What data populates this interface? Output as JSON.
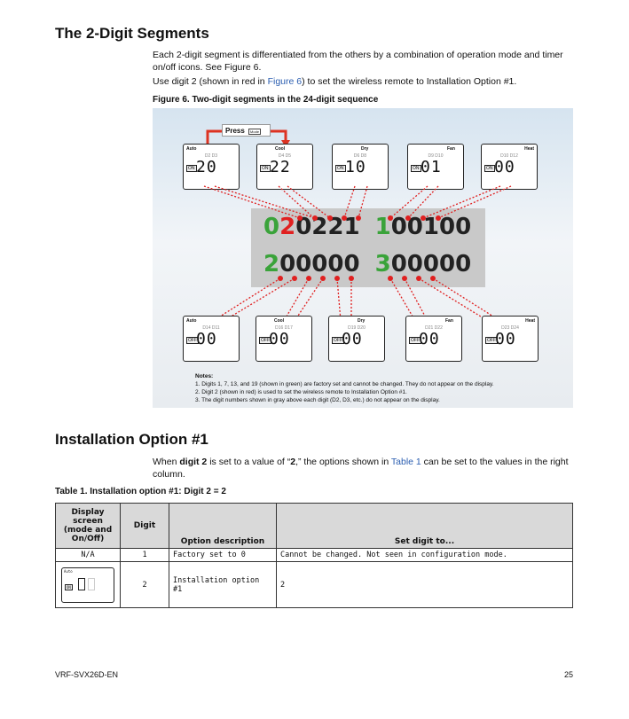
{
  "section1": {
    "title": "The 2-Digit Segments",
    "para1": "Each 2-digit segment is differentiated from the others by a combination of operation mode and timer on/off icons. See Figure 6.",
    "para2_pre": "Use digit 2 (shown in red in ",
    "para2_link": "Figure 6",
    "para2_post": ") to set the wireless remote to Installation Option #1.",
    "figure_caption": "Figure 6.   Two-digit segments in the 24-digit sequence"
  },
  "figure": {
    "press_label": "Press",
    "mode_button": "Mode",
    "top_displays": [
      {
        "mode": "Auto",
        "digits": "D2  D3",
        "tag": "ON",
        "value": "20"
      },
      {
        "mode": "Cool",
        "digits": "D4  D5",
        "tag": "ON",
        "value": "22"
      },
      {
        "mode": "Dry",
        "digits": "D6  D8",
        "tag": "ON",
        "value": "10"
      },
      {
        "mode": "Fan",
        "digits": "D9  D10",
        "tag": "ON",
        "value": "01"
      },
      {
        "mode": "Heat",
        "digits": "D10  D12",
        "tag": "ON",
        "value": "00"
      }
    ],
    "bottom_displays": [
      {
        "mode": "Auto",
        "digits": "D14  D11",
        "tag": "OFF",
        "value": "00"
      },
      {
        "mode": "Cool",
        "digits": "D16  D17",
        "tag": "OFF",
        "value": "00"
      },
      {
        "mode": "Dry",
        "digits": "D19  D20",
        "tag": "OFF",
        "value": "00"
      },
      {
        "mode": "Fan",
        "digits": "D21  D22",
        "tag": "OFF",
        "value": "00"
      },
      {
        "mode": "Heat",
        "digits": "D23  D24",
        "tag": "OFF",
        "value": "00"
      }
    ],
    "seq1_a": "0",
    "seq1_b": "2",
    "seq1_c": "0221",
    "seq1_d": "1",
    "seq1_e": "00100",
    "seq2_a": "2",
    "seq2_b": "00000",
    "seq2_c": "3",
    "seq2_d": "00000",
    "notes_title": "Notes:",
    "note1": "1. Digits 1, 7, 13, and 19 (shown in green) are factory set and cannot be changed. They do not appear on the display.",
    "note2": "2. Digit 2 (shown in red) is used to set the wireless remote to Installation Option #1.",
    "note3": "3. The digit numbers shown in gray above each digit (D2, D3, etc.) do not appear on the display.",
    "colors": {
      "green": "#3aa33a",
      "red": "#e02020"
    }
  },
  "section2": {
    "title": "Installation Option #1",
    "para_pre": "When ",
    "para_bold1": "digit 2",
    "para_mid1": " is set to a value of “",
    "para_bold2": "2",
    "para_mid2": ",” the options shown in ",
    "para_link": "Table 1",
    "para_post": " can be set to the values in the right column.",
    "table_caption": "Table 1.    Installation option #1: Digit 2 = 2"
  },
  "table": {
    "headers": [
      "Display screen (mode and On/Off)",
      "Digit",
      "Option description",
      "Set digit to..."
    ],
    "rows": [
      {
        "display": "N/A",
        "digit": "1",
        "desc": "Factory set to 0",
        "set": "Cannot be changed. Not seen in configuration mode."
      },
      {
        "display_icon": "Auto",
        "display_tag": "ON",
        "digit": "2",
        "desc": "Installation option #1",
        "set": "2"
      }
    ]
  },
  "footer": {
    "doc_id": "VRF-SVX26D-EN",
    "page": "25"
  }
}
